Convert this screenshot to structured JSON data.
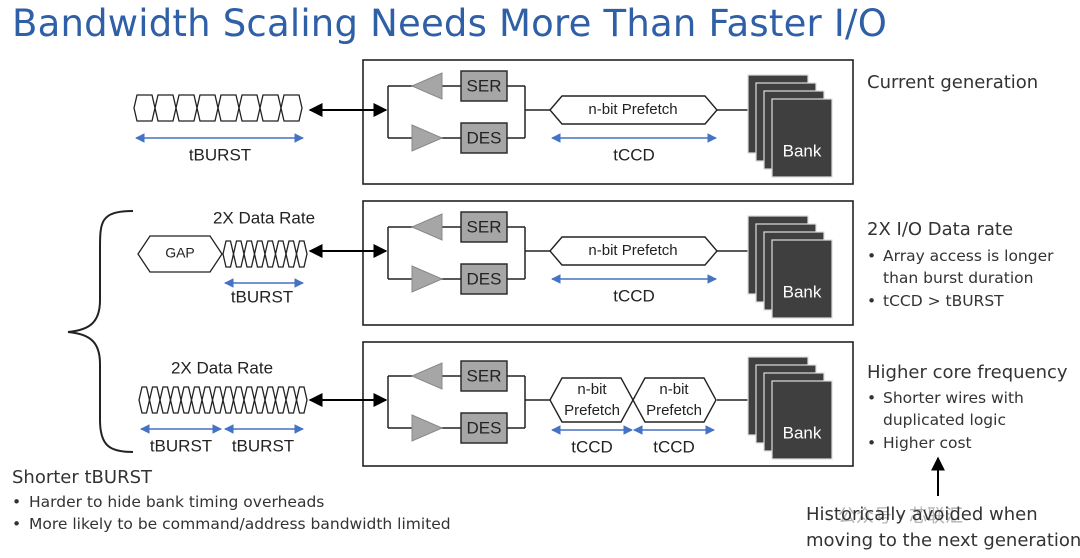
{
  "title": "Bandwidth Scaling Needs More Than Faster I/O",
  "diagram": {
    "ser_label": "SER",
    "des_label": "DES",
    "prefetch_label": "n-bit Prefetch",
    "prefetch_split_label": "n-bit Prefetch",
    "bank_label": "Bank",
    "tccd_label": "tCCD",
    "tburst_label": "tBURST",
    "gap_label": "GAP",
    "data_rate_label": "2X Data Rate"
  },
  "rows": [
    {
      "heading": "Current generation",
      "bullets": []
    },
    {
      "heading": "2X I/O Data rate",
      "bullets": [
        "Array access is longer",
        "than burst duration",
        "tCCD > tBURST"
      ]
    },
    {
      "heading": "Higher core frequency",
      "bullets": [
        "Shorter wires with",
        "duplicated logic",
        "Higher cost"
      ]
    }
  ],
  "bottom_left": {
    "heading": "Shorter tBURST",
    "bullets": [
      "Harder to hide bank timing overheads",
      "More likely to be command/address bandwidth limited"
    ]
  },
  "bottom_right": {
    "line1": "Historically avoided when",
    "line2": "moving to the next generation"
  },
  "watermark": "公众号 · 芯联汇"
}
